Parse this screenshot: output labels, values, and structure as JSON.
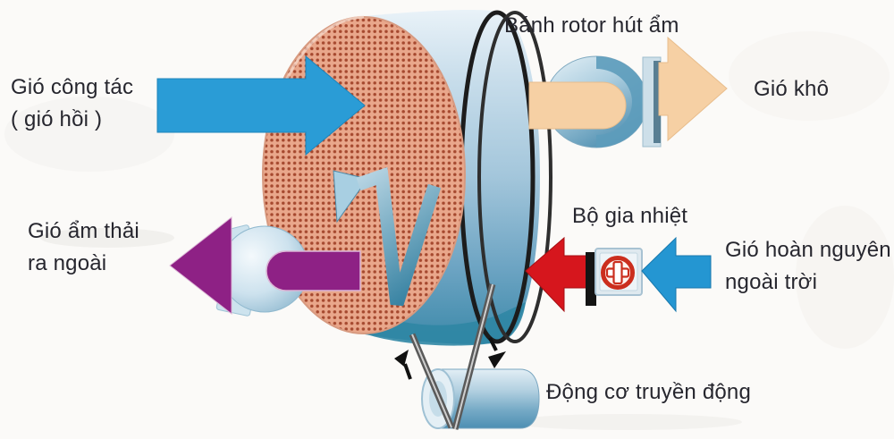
{
  "diagram": {
    "labels": {
      "working_air_line1": "Gió công tác",
      "working_air_line2": "( gió hồi )",
      "exhaust_air_line1": "Gió ẩm thải",
      "exhaust_air_line2": "ra ngoài",
      "rotor": "Bánh rotor hút ẩm",
      "dry_air": "Gió khô",
      "heater": "Bộ gia nhiệt",
      "regen_air_line1": "Gió hoàn nguyên",
      "regen_air_line2": "ngoài trời",
      "motor": "Động cơ truyền động"
    },
    "icons": {
      "heater_symbol": "plus-cross-in-circle",
      "rotation_ribbon": "bent-arrow-ribbon",
      "belt_direction": "small-black-arrows"
    },
    "colors": {
      "working_air_arrow": "#2a9cd6",
      "regen_air_arrow": "#2496d2",
      "exhaust_air_arrow": "#8e2185",
      "heated_air_arrow": "#d6161d",
      "dry_air_arrow": "#f6d0a4",
      "rotor_face": "#e9a78b",
      "rotor_dots": "#a6492f",
      "text": "#26262e"
    }
  }
}
